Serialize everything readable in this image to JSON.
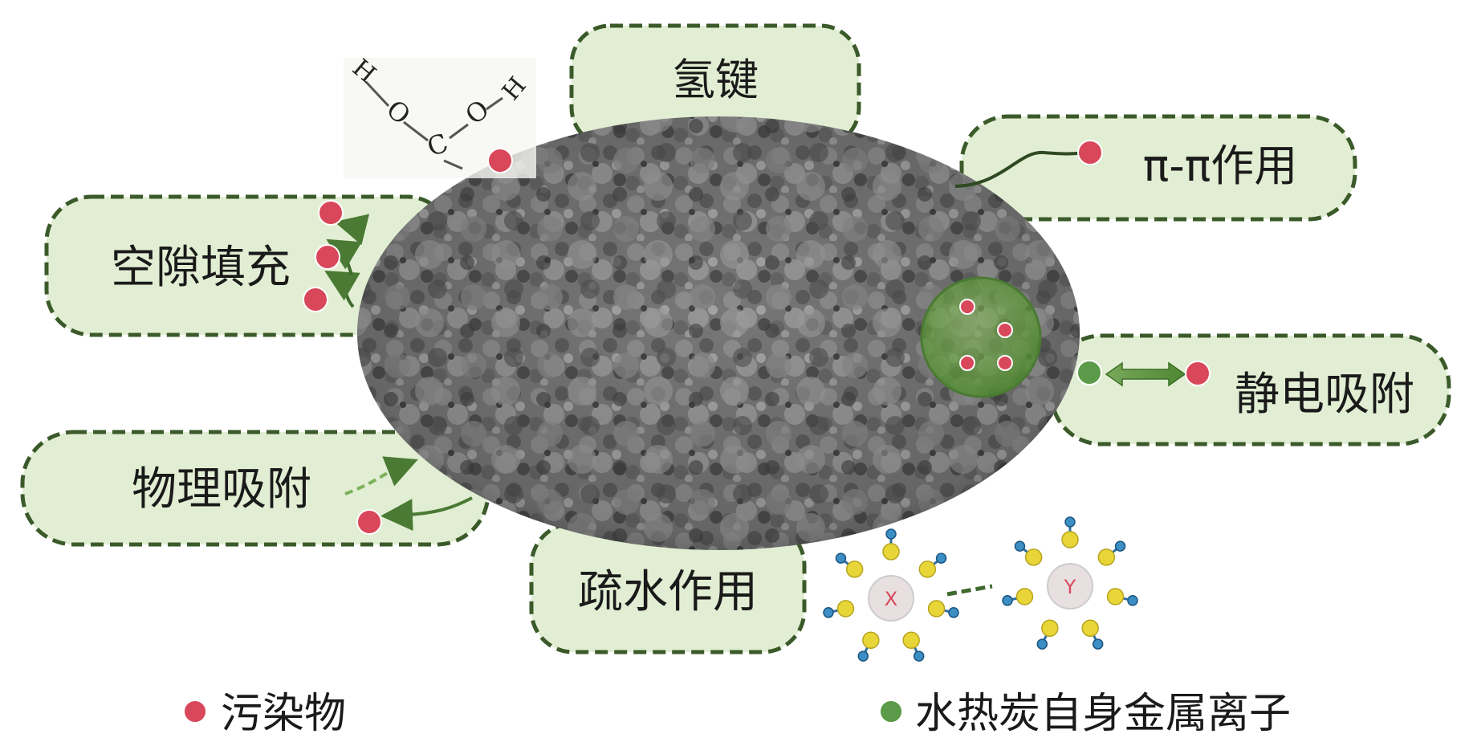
{
  "labels": {
    "hydrogen_bond": "氢键",
    "pi_pi": "π-π作用",
    "pore_filling": "空隙填充",
    "electrostatic": "静电吸附",
    "physical": "物理吸附",
    "hydrophobic": "疏水作用"
  },
  "molecule": {
    "atom_h1": "H",
    "atom_o1": "O",
    "atom_c": "C",
    "atom_o2": "O",
    "atom_h2": "H"
  },
  "complex": {
    "x": "X",
    "y": "Y"
  },
  "legend": {
    "pollutant": "污染物",
    "metal_ion": "水热炭自身金属离子"
  },
  "colors": {
    "pollutant": "#d9475a",
    "metal_ion": "#5a9a48",
    "box_fill": "#e2eed3",
    "box_border": "#3b5a2a",
    "arrow": "#4a7a33",
    "particle": "#7c7c7c",
    "ring_yellow": "#e8d638",
    "ring_blue": "#3b8fc4"
  }
}
